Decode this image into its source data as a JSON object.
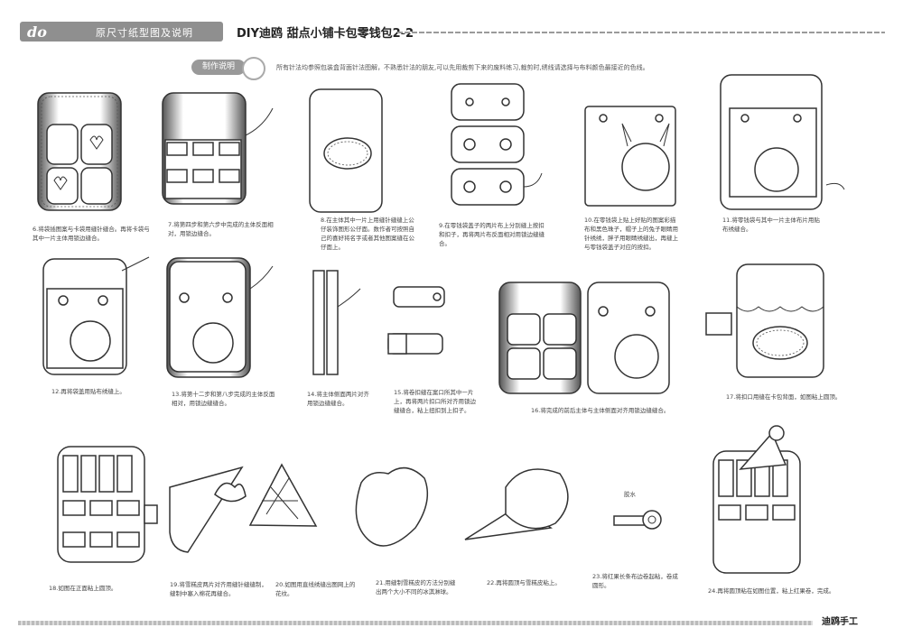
{
  "header": {
    "logo": "do",
    "section": "原尺寸纸型图及说明",
    "title": "DIY迪鸥 甜点小铺卡包零钱包2-2"
  },
  "intro": {
    "pill": "制作说明",
    "text": "所有针法均参照包装盒背面针法图解，不熟悉针法的朋友,可以先用裁剪下来的废料练习,裁剪时,绣线请选择与布料颜色最接近的色线。"
  },
  "steps": [
    {
      "id": "6",
      "text": "6.将袋插图案与卡袋用缝针缝合。再将卡袋与其中一片主体用锁边缝合。"
    },
    {
      "id": "7",
      "text": "7.将第四步和第六步中完成的主体反面相对，用锁边缝合。"
    },
    {
      "id": "8",
      "text": "8.在主体其中一片上用缝针缝缝上公仔装饰图形公仔面。数作者可按照自己的喜好将名字或者其他图案缝在公仔面上。"
    },
    {
      "id": "9",
      "text": "9.在零钱袋盖子的两片布上分别缝上按扣和扣子，再将两片布反面相对用锁边缝缝合。"
    },
    {
      "id": "10",
      "text": "10.在零钱袋上贴上好贴的图案彩描布和黑色珠子，帽子上的兔子眼睛用针绣绣，胖子用眼睛绣缝出，再缝上与零钱袋盖子对应的按扣。"
    },
    {
      "id": "11",
      "text": "11.将零钱袋与其中一片主体布片用贴布绣缝合。"
    },
    {
      "id": "12",
      "text": "12.再将袋盖用贴布绣缝上。"
    },
    {
      "id": "13",
      "text": "13.将第十二步和第八步完成的主体反面相对，用锁边缝缝合。"
    },
    {
      "id": "14",
      "text": "14.将主体侧面两片对齐用锁边缝缝合。"
    },
    {
      "id": "15",
      "text": "15.将卷扣缝在案口所其中一片上，再将两片扣口所对齐用锁边缝缝合，粘上扭扣到上扣子。"
    },
    {
      "id": "16",
      "text": "16.将完成的前后主体与主体侧面对齐用锁边缝缝合。"
    },
    {
      "id": "17",
      "text": "17.将扣口用缝在卡包背面，如图粘上圆顶。"
    },
    {
      "id": "18",
      "text": "18.如图在正面粘上圆顶。"
    },
    {
      "id": "19",
      "text": "19.将雪糕皮两片对齐用缝针缝缝制，缝制中塞入棉花再缝合。"
    },
    {
      "id": "20",
      "text": "20.如图用直线绣缝出图网上的花纹。"
    },
    {
      "id": "21",
      "text": "21.用缝制雪糕皮的方法分别缝出两个大小不同的冰淇淋球。"
    },
    {
      "id": "22",
      "text": "22.再将圆顶与雪糕皮粘上。"
    },
    {
      "id": "23",
      "text": "23.将红果长条布边卷起粘，卷成圆形。",
      "label": "胶水"
    },
    {
      "id": "24",
      "text": "24.再将圆顶粘在如图位置，粘上红果卷，完成。"
    }
  ],
  "footer": {
    "brand": "迪鸥手工"
  }
}
